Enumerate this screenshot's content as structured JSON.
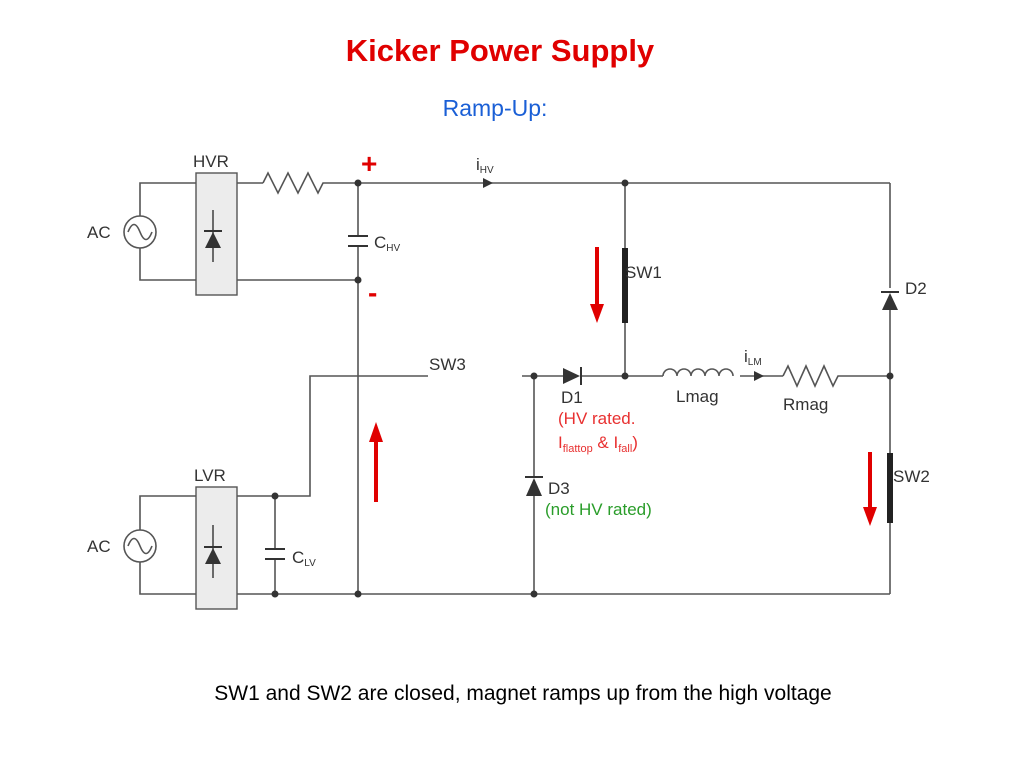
{
  "colors": {
    "title": "#e00000",
    "subtitle": "#1a5fd6",
    "arrow": "#e00000",
    "note_red": "#e83030",
    "note_green": "#2a9d2a",
    "box_fill": "#ececec"
  },
  "title": "Kicker Power Supply",
  "subtitle": "Ramp-Up:",
  "caption": "SW1 and SW2 are closed, magnet ramps up from the high voltage",
  "circuit": {
    "plus_sign": "+",
    "minus_sign": "-",
    "hvr": "HVR",
    "lvr": "LVR",
    "ac_top": "AC",
    "ac_bottom": "AC",
    "c_hv": {
      "main": "C",
      "sub": "HV"
    },
    "c_lv": {
      "main": "C",
      "sub": "LV"
    },
    "i_hv": {
      "main": "i",
      "sub": "HV"
    },
    "i_lm": {
      "main": "i",
      "sub": "LM"
    },
    "sw1": "SW1",
    "sw2": "SW2",
    "sw3": "SW3",
    "d1": "D1",
    "d2": "D2",
    "d3": "D3",
    "lmag": "Lmag",
    "rmag": "Rmag",
    "d1_note_line1": "(HV rated.",
    "d1_note_line2": {
      "i1": "I",
      "sub1": "flattop",
      "amp": " & ",
      "i2": "I",
      "sub2": "fall",
      "close": ")"
    },
    "d3_note": "(not HV rated)"
  }
}
